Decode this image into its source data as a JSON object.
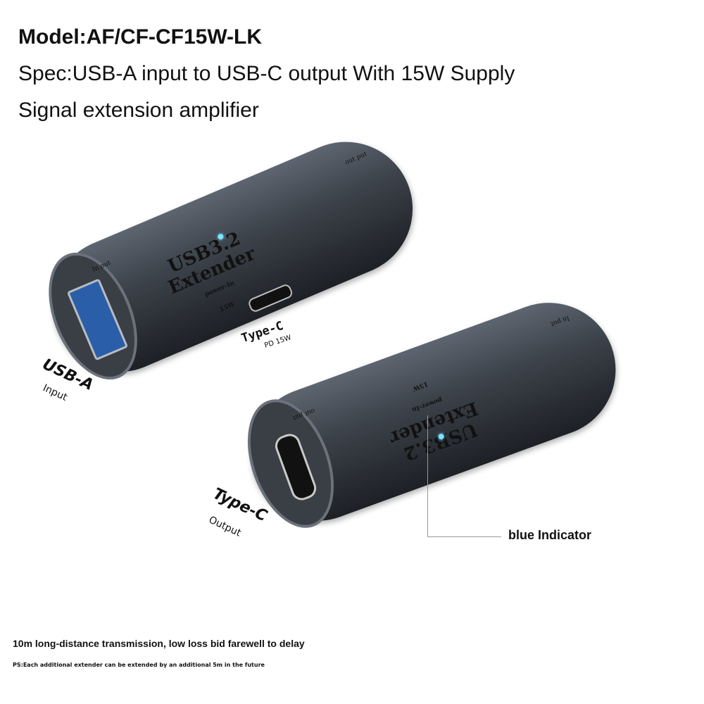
{
  "header": {
    "model": "Model:AF/CF-CF15W-LK",
    "spec": "Spec:USB-A input to USB-C output With 15W Supply",
    "signal": "Signal extension amplifier"
  },
  "device1": {
    "brand": "USB3.2",
    "name": "Extender",
    "power": "power-In",
    "watt": "15W",
    "input_mark": "In put",
    "output_mark": "out put",
    "port_label": "Type-C",
    "port_sub": "PD 15W"
  },
  "device2": {
    "brand": "USB3.2",
    "name": "Extender",
    "power": "power-In",
    "watt": "15W",
    "input_mark": "In put",
    "output_mark": "out put"
  },
  "labels": {
    "usba": "USB-A",
    "usba_sub": "Input",
    "typec": "Type-C",
    "typec_sub": "Output",
    "indicator": "blue Indicator"
  },
  "footer": {
    "line1": "10m long-distance transmission, low loss bid farewell to delay",
    "line2": "PS:Each additional extender can be extended by an additional 5m in the future"
  }
}
